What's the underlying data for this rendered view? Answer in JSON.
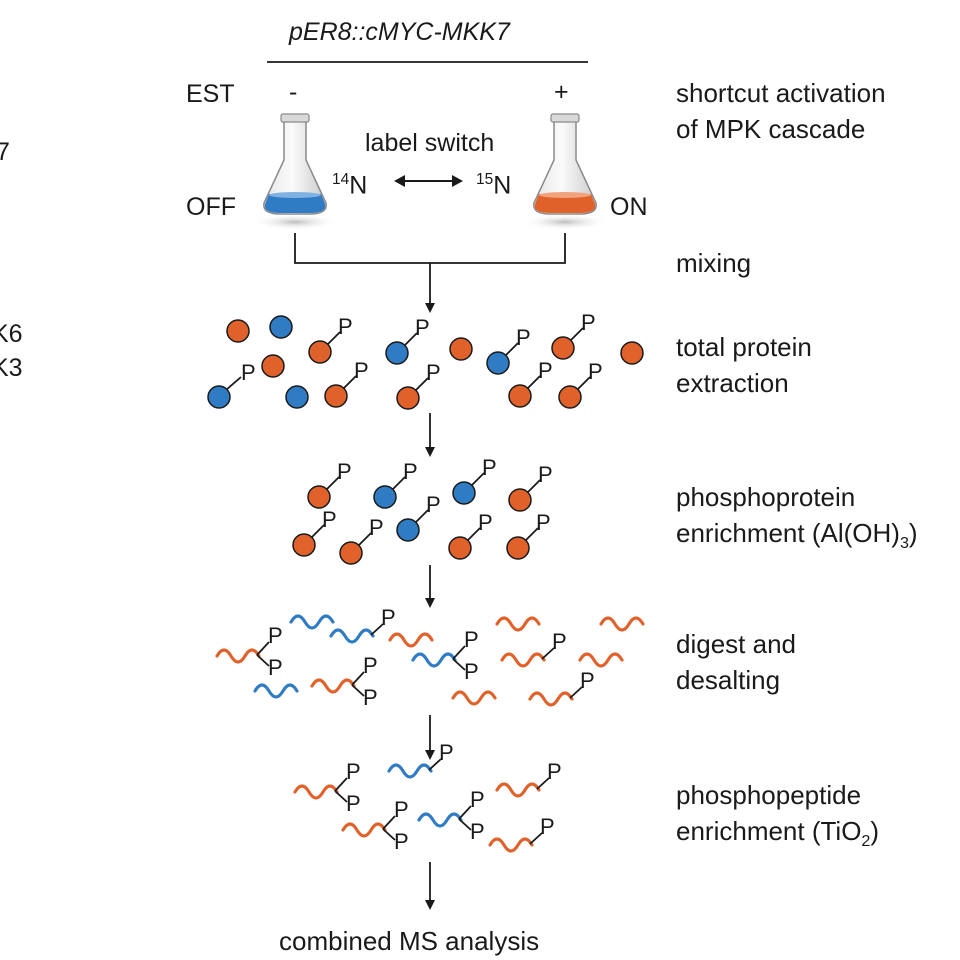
{
  "construct": "pER8::cMYC-MKK7",
  "treatment": {
    "label": "EST",
    "minus": "-",
    "plus": "+",
    "off": "OFF",
    "on": "ON"
  },
  "label_switch": {
    "title": "label switch",
    "n14_mass": "14",
    "n15_mass": "15",
    "element": "N"
  },
  "left_fragments": [
    "7",
    "K6",
    "K3"
  ],
  "steps": {
    "activation": [
      "shortcut activation",
      "of MPK cascade"
    ],
    "mixing": "mixing",
    "extraction": [
      "total protein",
      "extraction"
    ],
    "enrichment_protein": [
      "phosphoprotein",
      "enrichment (Al(OH)",
      "3",
      ")"
    ],
    "digest": [
      "digest and",
      "desalting"
    ],
    "enrichment_peptide": [
      "phosphopeptide",
      "enrichment (TiO",
      "2",
      ")"
    ]
  },
  "final_step": "combined MS analysis",
  "phospho_label": "P",
  "colors": {
    "heavy_orange": "#e0622a",
    "light_blue": "#2f7bc4",
    "line": "#1a1a1a"
  }
}
